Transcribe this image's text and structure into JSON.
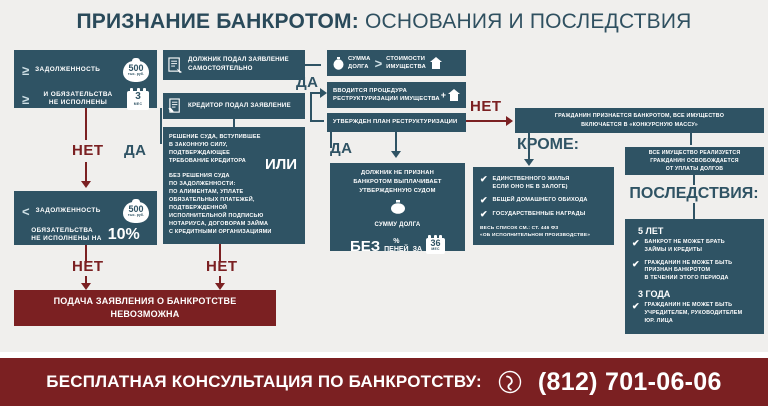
{
  "title": {
    "bold": "ПРИЗНАНИЕ БАНКРОТОМ:",
    "rest": " ОСНОВАНИЯ И ПОСЛЕДСТВИЯ"
  },
  "criteria": {
    "box1": {
      "line1": "ЗАДОЛЖЕННОСТЬ",
      "op1": "≥",
      "amount": "500",
      "amount_unit": "тыс. руб.",
      "line2": "И ОБЯЗАТЕЛЬСТВА\nНЕ ИСПОЛНЕНЫ",
      "op2": "≥",
      "months": "3",
      "months_unit": "МЕС"
    },
    "box2": {
      "op1": "<",
      "line1": "ЗАДОЛЖЕННОСТЬ",
      "amount": "500",
      "amount_unit": "тыс. руб.",
      "line2": "ОБЯЗАТЕЛЬСТВА\nНЕ ИСПОЛНЕНЫ  НА",
      "percent": "10%"
    }
  },
  "flow": {
    "debtor_applied": "ДОЛЖНИК ПОДАЛ ЗАЯВЛЕНИЕ\nСАМОСТОЯТЕЛЬНО",
    "creditor_applied": "КРЕДИТОР ПОДАЛ ЗАЯВЛЕНИЕ",
    "court_decision": "РЕШЕНИЕ СУДА, ВСТУПИВШЕЕ\nВ ЗАКОННУЮ СИЛУ,\nПОДТВЕРЖДАЮЩЕЕ\nТРЕБОВАНИЕ КРЕДИТОРА",
    "or_label": "ИЛИ",
    "no_court_decision": "БЕЗ РЕШЕНИЯ СУДА\nПО ЗАДОЛЖЕННОСТИ:\nПО АЛИМЕНТАМ, УПЛАТЕ\nОБЯЗАТЕЛЬНЫХ ПЛАТЕЖЕЙ,\nПОДТВЕРЖДЕННОЙ\nИСПОЛНИТЕЛЬНОЙ ПОДПИСЬЮ\nНОТАРИУСА, ДОГОВОРАМ ЗАЙМА\nС КРЕДИТНЫМИ ОРГАНИЗАЦИЯМИ",
    "sum_vs_value_left": "СУММА\nДОЛГА",
    "sum_vs_value_op": ">",
    "sum_vs_value_right": "СТОИМОСТИ\nИМУЩЕСТВА",
    "restructuring": "ВВОДИТСЯ ПРОЦЕДУРА\nРЕСТРУКТУРИЗАЦИИ  ИМУЩЕСТВА",
    "plan_approved": "УТВЕРЖДЕН ПЛАН РЕСТРУКТУРИЗАЦИИ",
    "bankrupt_declared": "ГРАЖДАНИН ПРИЗНАЕТСЯ БАНКРОТОМ, ВСЕ ИМУЩЕСТВО\nВКЛЮЧАЕТСЯ В «КОНКУРСНУЮ МАССУ»",
    "not_bankrupt": {
      "head": "ДОЛЖНИК НЕ ПРИЗНАН\nБАНКРОТОМ ВЫПЛАЧИВАЕТ\nУТВЕРЖДЕННУЮ СУДОМ",
      "sum_label": "СУММУ ДОЛГА",
      "bez": "БЕЗ",
      "pct": "%",
      "peney": "ПЕНЕЙ",
      "za": "ЗА",
      "term": "36",
      "term_unit": "МЕС"
    },
    "application_impossible": "ПОДАЧА ЗАЯВЛЕНИЯ О БАНКРОТСТВЕ\nНЕВОЗМОЖНА"
  },
  "labels": {
    "no": "НЕТ",
    "yes": "ДА"
  },
  "except": {
    "heading": "КРОМЕ:",
    "items": [
      "ЕДИНСТВЕННОГО ЖИЛЬЯ\nЕСЛИ ОНО НЕ В ЗАЛОГЕ)",
      "ВЕЩЕЙ ДОМАШНЕГО ОБИХОДА",
      "ГОСУДАРСТВЕННЫЕ НАГРАДЫ"
    ],
    "footnote": "ВЕСЬ СПИСОК СМ.: СТ. 446 ФЗ\n«ОБ ИСПОЛНИТЕЛЬНОМ ПРОИЗВОДСТВЕ»"
  },
  "consequences": {
    "top_note": "ВСЕ ИМУЩЕСТВО РЕАЛИЗУЕТСЯ\nГРАЖДАНИН ОСВОБОЖДАЕТСЯ\nОТ УПЛАТЫ ДОЛГОВ",
    "heading": "ПОСЛЕДСТВИЯ:",
    "group1_title": "5 ЛЕТ",
    "group1_items": [
      "БАНКРОТ НЕ МОЖЕТ БРАТЬ\nЗАЙМЫ И КРЕДИТЫ",
      "ГРАЖДАНИН НЕ МОЖЕТ БЫТЬ\nПРИЗНАН БАНКРОТОМ\nВ ТЕЧЕНИИ ЭТОГО ПЕРИОДА"
    ],
    "group2_title": "3 ГОДА",
    "group2_items": [
      "ГРАЖДАНИН НЕ МОЖЕТ БЫТЬ\nУЧРЕДИТЕЛЕМ, РУКОВОДИТЕЛЕМ\nЮР. ЛИЦА"
    ]
  },
  "footer": {
    "text": "БЕСПЛАТНАЯ КОНСУЛЬТАЦИЯ ПО БАНКРОТСТВУ:",
    "phone": "(812) 701-06-06"
  },
  "colors": {
    "dark_teal": "#2f5364",
    "dark_red": "#7b2022",
    "background": "#f0efed",
    "white": "#ffffff"
  }
}
